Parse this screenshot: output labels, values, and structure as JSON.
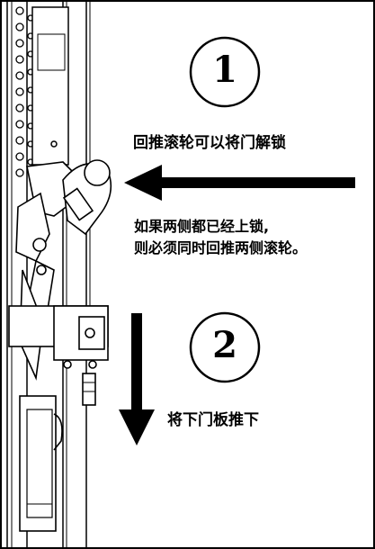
{
  "steps": [
    {
      "number": "1",
      "instruction": "回推滚轮可以将门解锁"
    },
    {
      "number": "2",
      "instruction": "将下门板推下"
    }
  ],
  "note": {
    "line1": "如果两侧都已经上锁,",
    "line2": "则必须同时回推两侧滚轮。"
  },
  "arrows": {
    "step1_direction": "left",
    "step2_direction": "down"
  }
}
